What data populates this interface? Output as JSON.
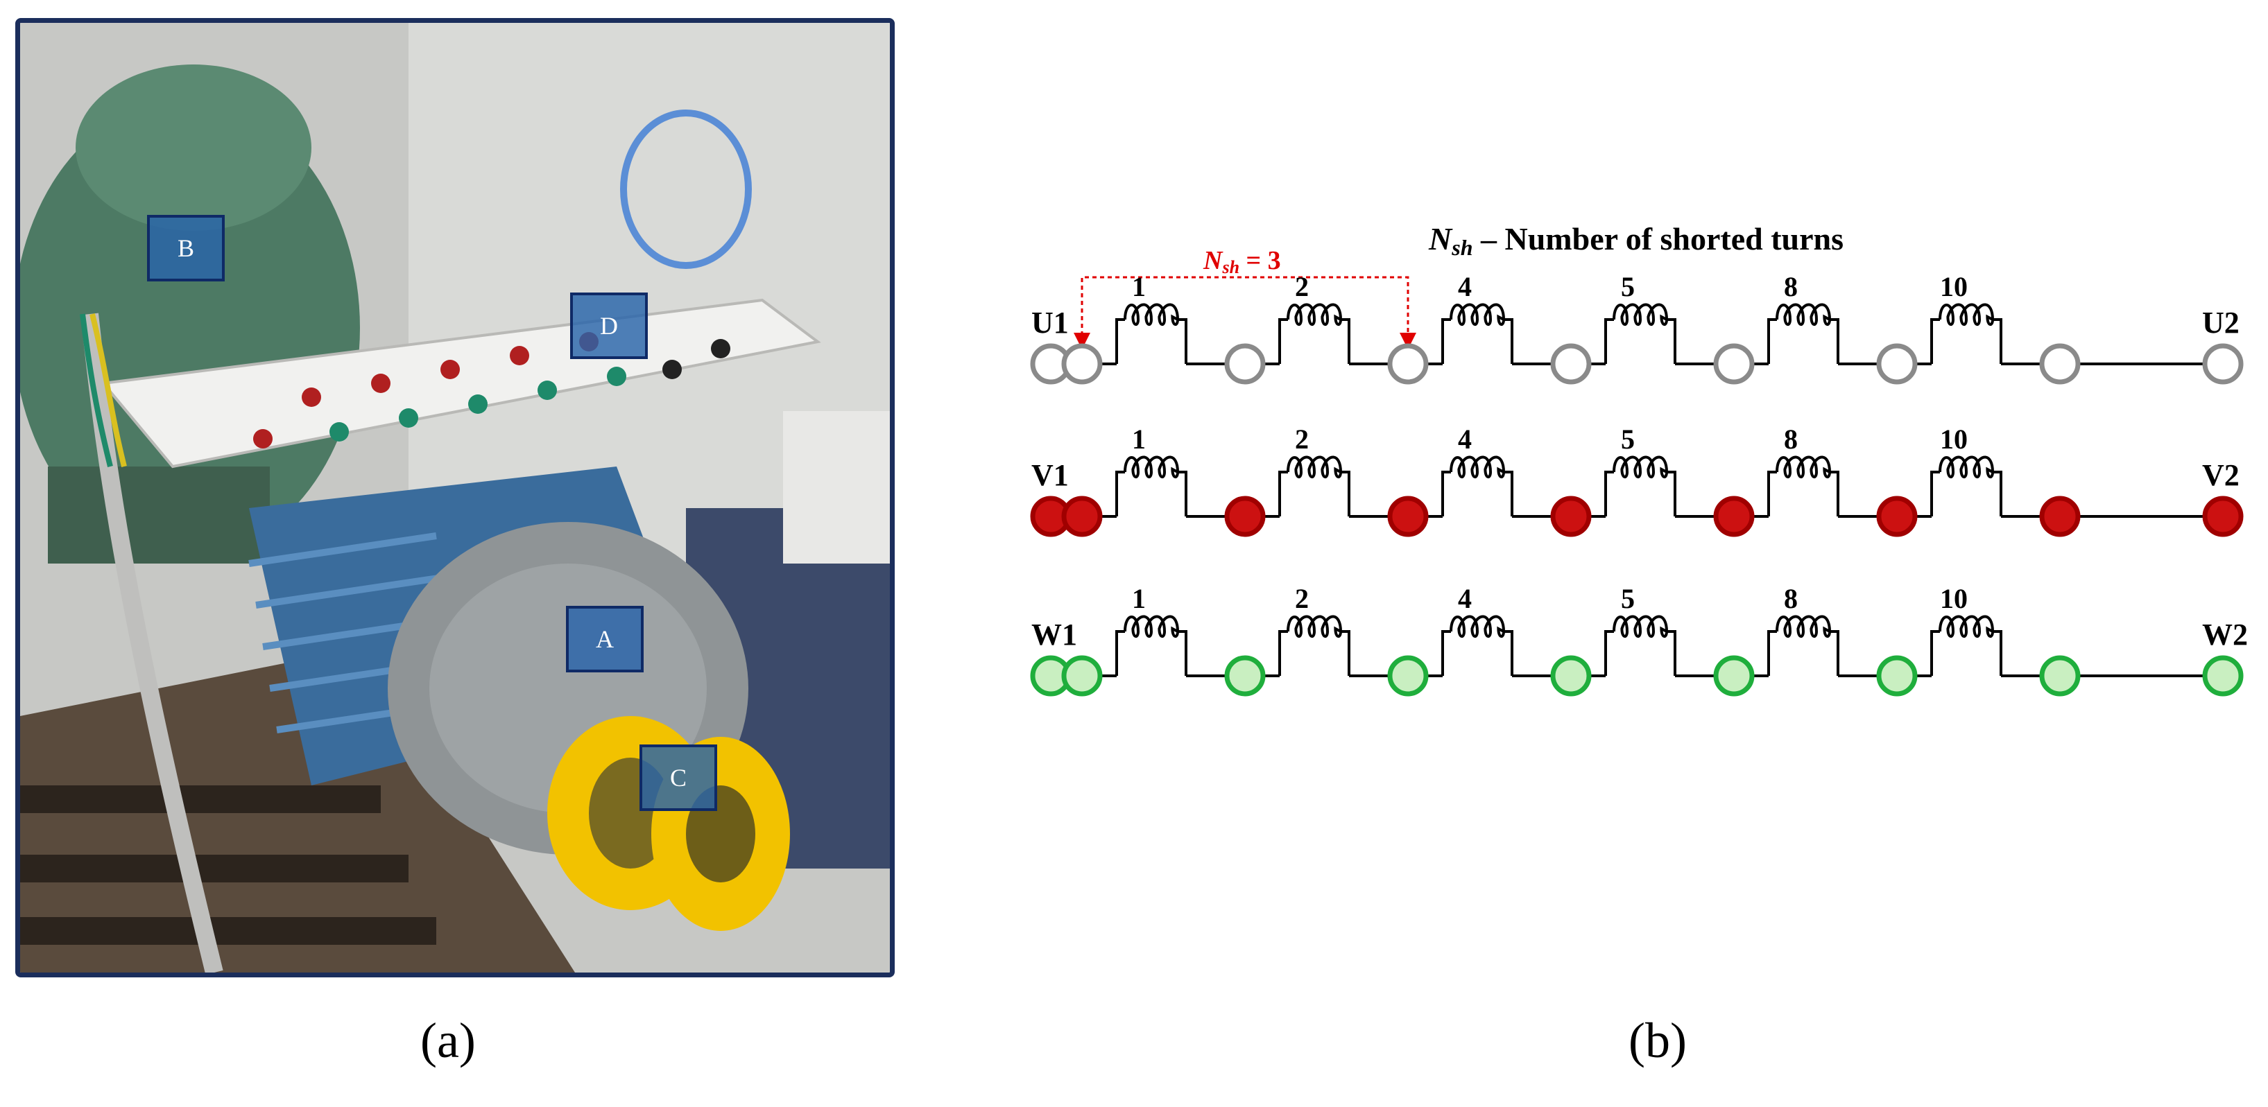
{
  "panel_a": {
    "caption": "(a)",
    "photo_markers": [
      {
        "id": "A",
        "label": "A"
      },
      {
        "id": "B",
        "label": "B"
      },
      {
        "id": "C",
        "label": "C"
      },
      {
        "id": "D",
        "label": "D"
      }
    ]
  },
  "panel_b": {
    "caption": "(b)",
    "title_symbol": "N",
    "title_subscript": "sh",
    "title_text": " – Number of shorted turns",
    "annotation_symbol": "N",
    "annotation_subscript": "sh",
    "annotation_value": " = 3",
    "annotation_color": "#e00000",
    "coil_labels": [
      "1",
      "2",
      "4",
      "5",
      "8",
      "10"
    ],
    "phases": [
      {
        "start": "U1",
        "end": "U2",
        "stroke": "#8a8a8a",
        "fill": "#ffffff"
      },
      {
        "start": "V1",
        "end": "V2",
        "stroke": "#a00000",
        "fill": "#cc1111"
      },
      {
        "start": "W1",
        "end": "W2",
        "stroke": "#1fae3c",
        "fill": "#c9efc1"
      }
    ]
  }
}
